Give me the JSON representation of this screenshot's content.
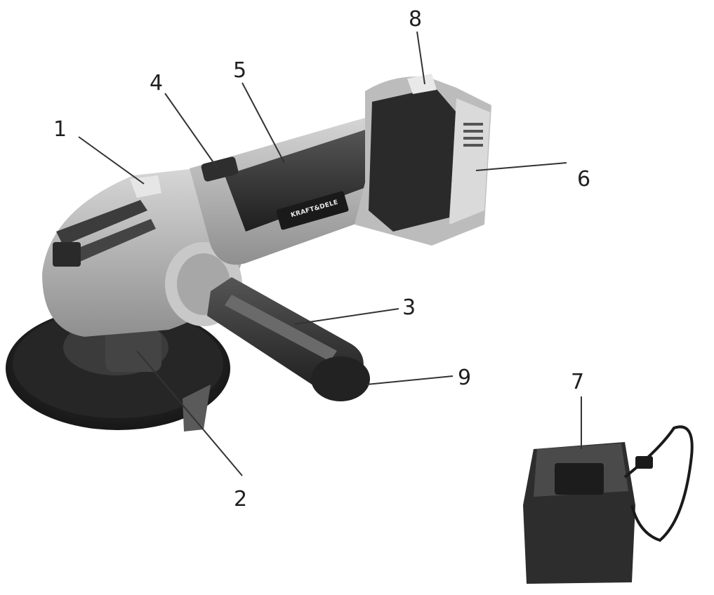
{
  "figure": {
    "brand_text": "KRAFT&DELE",
    "callouts": {
      "c1": "1",
      "c2": "2",
      "c3": "3",
      "c4": "4",
      "c5": "5",
      "c6": "6",
      "c7": "7",
      "c8": "8",
      "c9": "9"
    },
    "colors": {
      "body_light": "#bdbdbd",
      "body_mid": "#9a9a9a",
      "body_dark": "#2b2b2b",
      "disc": "#1c1c1c",
      "line": "#333333"
    }
  }
}
